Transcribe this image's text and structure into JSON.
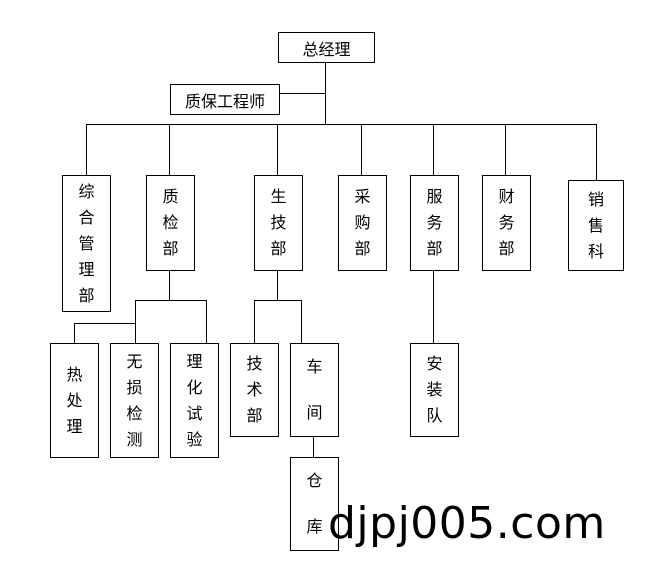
{
  "org": {
    "gm": "总经理",
    "qa_engineer": "质保工程师",
    "departments": {
      "general_mgmt": [
        "综",
        "合",
        "管",
        "理",
        "部"
      ],
      "quality": [
        "质",
        "检",
        "部"
      ],
      "production": [
        "生",
        "技",
        "部"
      ],
      "purchasing": [
        "采",
        "购",
        "部"
      ],
      "service": [
        "服",
        "务",
        "部"
      ],
      "finance": [
        "财",
        "务",
        "部"
      ],
      "sales": [
        "销",
        "售",
        "科"
      ]
    },
    "quality_units": {
      "heat": [
        "热",
        "处",
        "理"
      ],
      "ndt": [
        "无",
        "损",
        "检",
        "测"
      ],
      "physchem": [
        "理",
        "化",
        "试",
        "验"
      ]
    },
    "production_units": {
      "tech": [
        "技",
        "术",
        "部"
      ],
      "workshop": [
        "车",
        "间"
      ]
    },
    "workshop_units": {
      "warehouse": [
        "仓",
        "库"
      ]
    },
    "service_units": {
      "install": [
        "安",
        "装",
        "队"
      ]
    }
  },
  "watermark": "djpj005.com"
}
